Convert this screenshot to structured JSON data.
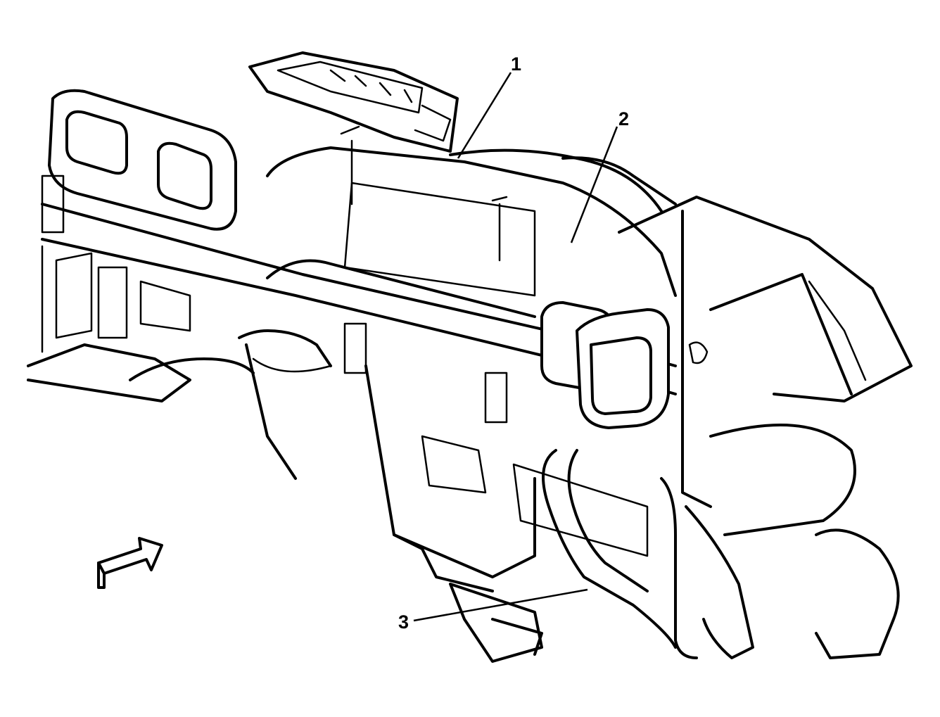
{
  "callouts": [
    {
      "id": "1",
      "label": "1"
    },
    {
      "id": "2",
      "label": "2"
    },
    {
      "id": "3",
      "label": "3"
    }
  ],
  "colors": {
    "stroke": "#000000",
    "background": "#ffffff"
  },
  "icons": {
    "direction_arrow": "view-direction-arrow-icon"
  }
}
